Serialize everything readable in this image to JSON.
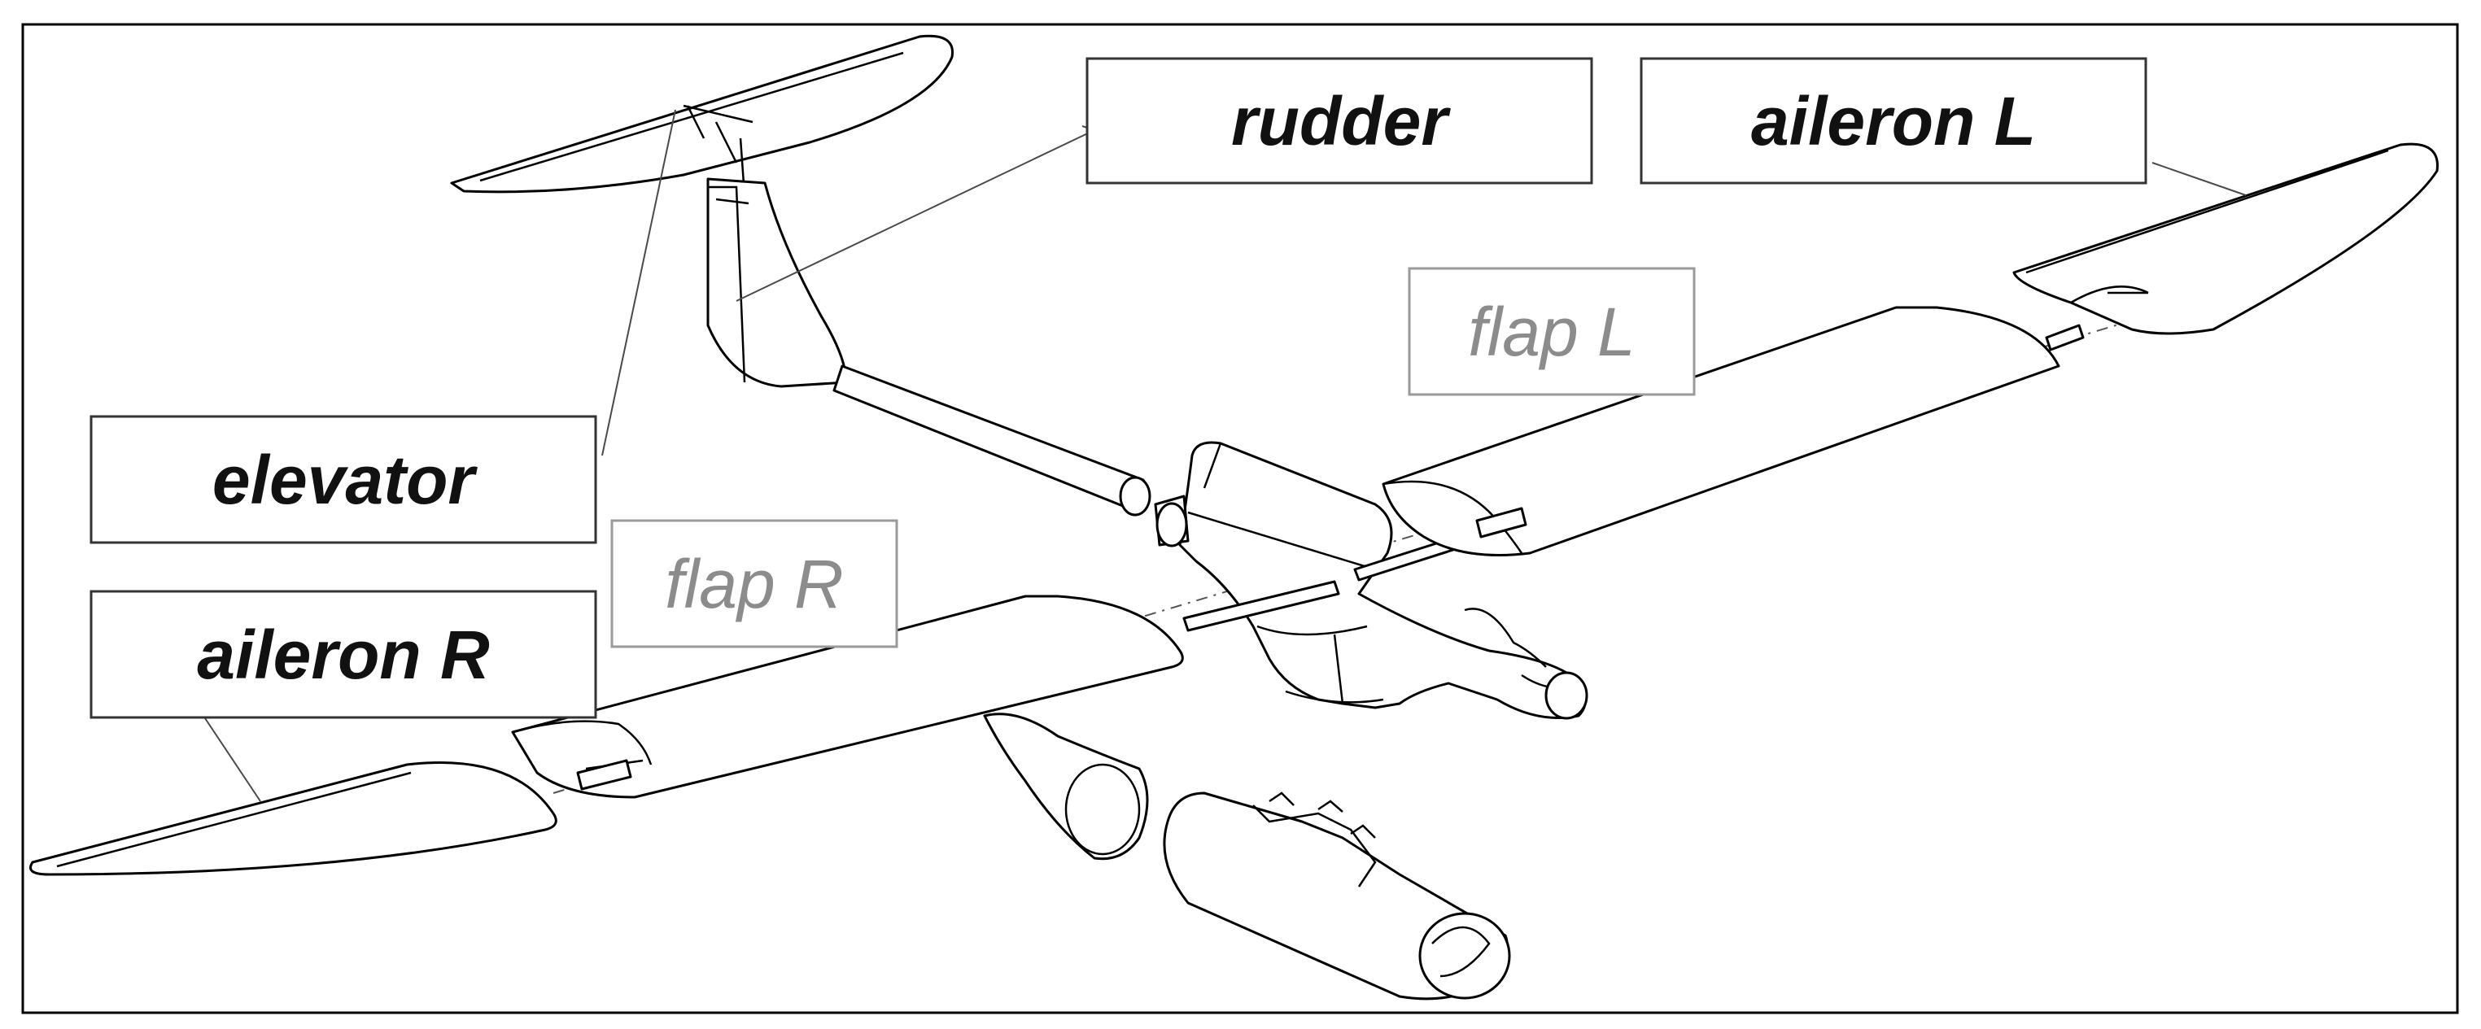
{
  "labels": {
    "rudder": "rudder",
    "aileron_l": "aileron L",
    "elevator": "elevator",
    "aileron_r": "aileron R",
    "flap_l": "flap L",
    "flap_r": "flap R"
  },
  "colors": {
    "line": "#000000",
    "leader": "#4a4a4a",
    "box_border_dark": "#333333",
    "box_border_light": "#9a9a9a",
    "text_dark": "#111111",
    "text_light": "#8c8c8c"
  }
}
